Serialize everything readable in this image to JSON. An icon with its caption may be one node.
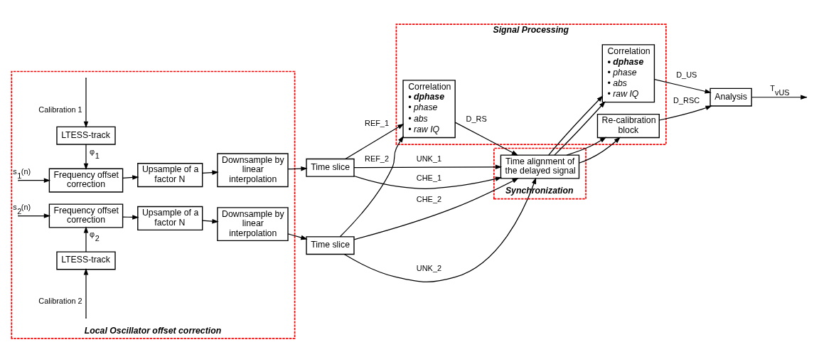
{
  "diagram": {
    "nodes": [
      {
        "text": [
          "Local Oscillator offset correction"
        ]
      },
      {
        "text": [
          "LTESS-track"
        ],
        "in": 0
      },
      {
        "text": [
          "Frequency offset correction"
        ],
        "in": 0
      },
      {
        "text": [
          "Upsample of a factor N"
        ],
        "in": 0
      },
      {
        "text": [
          "Downsample by linear interpolation"
        ],
        "in": 0
      },
      {
        "text": [
          "Frequency offset correction"
        ],
        "in": 0
      },
      {
        "text": [
          "Upsample of a factor N"
        ],
        "in": 0
      },
      {
        "text": [
          "Downsample by linear interpolation"
        ],
        "in": 0
      },
      {
        "text": [
          "LTESS-track"
        ],
        "in": 0
      },
      {
        "text": [
          "Time slice"
        ]
      },
      {
        "text": [
          "Time slice"
        ]
      },
      {
        "text": [
          "Synchronization"
        ]
      },
      {
        "text": [
          "Time alignment of the delayed signal"
        ],
        "in": 11
      },
      {
        "text": [
          "Signal Processing"
        ]
      },
      {
        "text": [
          "Correlation",
          "• dphase",
          "• phase",
          "• abs",
          "• raw IQ"
        ],
        "in": 13
      },
      {
        "text": [
          "Correlation",
          "• dphase",
          "• phase",
          "• abs",
          "• raw IQ"
        ],
        "in": 13
      },
      {
        "text": [
          "Re-calibration block"
        ],
        "in": 13
      },
      {
        "text": [
          "Analysis"
        ]
      }
    ],
    "edges": [
      {
        "from": null,
        "to": 1,
        "arrow": "to",
        "label": "Calibration 1"
      },
      {
        "from": 1,
        "to": 2,
        "arrow": "to",
        "label": "φ$_{1}$"
      },
      {
        "from": null,
        "to": 2,
        "arrow": "to",
        "label": "s$_{1}$(n)"
      },
      {
        "from": 2,
        "to": 3,
        "arrow": "to"
      },
      {
        "from": 3,
        "to": 4,
        "arrow": "to"
      },
      {
        "from": 4,
        "to": 9,
        "arrow": "to"
      },
      {
        "from": null,
        "to": 5,
        "arrow": "to",
        "label": "s$_{2}$(n)"
      },
      {
        "from": 8,
        "to": 5,
        "arrow": "to",
        "label": "φ$_{2}$"
      },
      {
        "from": null,
        "to": 8,
        "arrow": "to",
        "label": "Calibration 2"
      },
      {
        "from": 5,
        "to": 6,
        "arrow": "to"
      },
      {
        "from": 6,
        "to": 7,
        "arrow": "to"
      },
      {
        "from": 7,
        "to": 10,
        "arrow": "to"
      },
      {
        "from": 9,
        "to": 14,
        "arrow": "to",
        "label": "REF_1"
      },
      {
        "from": 9,
        "to": 12,
        "arrow": "to",
        "label": "UNK_1"
      },
      {
        "from": 9,
        "to": 12,
        "arrow": "to",
        "label": "CHE_1"
      },
      {
        "from": 10,
        "to": 14,
        "arrow": "to",
        "label": "REF_2"
      },
      {
        "from": 10,
        "to": 12,
        "arrow": "to",
        "label": "UNK_2"
      },
      {
        "from": 10,
        "to": 12,
        "arrow": "to",
        "label": "CHE_2"
      },
      {
        "from": 14,
        "to": 12,
        "arrow": "to",
        "label": "D_RS"
      },
      {
        "from": 12,
        "to": 15,
        "arrow": "to"
      },
      {
        "from": 12,
        "to": 15,
        "arrow": "to"
      },
      {
        "from": 12,
        "to": 16,
        "arrow": "to"
      },
      {
        "from": 12,
        "to": 16,
        "arrow": "to"
      },
      {
        "from": 15,
        "to": 17,
        "arrow": "to",
        "label": "D_US"
      },
      {
        "from": 16,
        "to": 17,
        "arrow": "to",
        "label": "D_RSC"
      },
      {
        "from": 17,
        "to": null,
        "arrow": "to",
        "label": "T$_{vUS}$"
      }
    ]
  }
}
